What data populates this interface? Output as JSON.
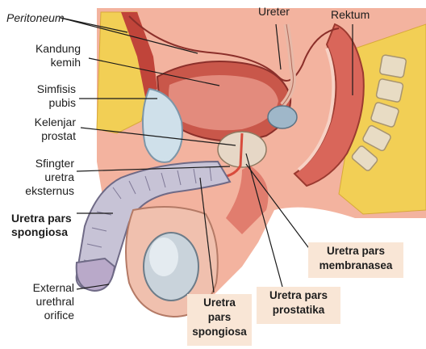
{
  "labels": {
    "peritoneum": "Peritoneum",
    "kandung_kemih": "Kandung\nkemih",
    "simfisis_pubis": "Simfisis\npubis",
    "kelenjar_prostat": "Kelenjar\nprostat",
    "sfingter": "Sfingter\nuretra\neksternus",
    "uretra_pars_spongiosa_left": "Uretra pars\nspongiosa",
    "external_orifice": "External\nurethral\norifice",
    "ureter": "Ureter",
    "rektum": "Rektum"
  },
  "boxes": {
    "membranasea": "Uretra pars\nmembranasea",
    "prostatika": "Uretra pars\nprostatika",
    "spongiosa": "Uretra\npars\nspongiosa"
  },
  "colors": {
    "box_fill": "#f9e6d6",
    "leader_line": "#1a1a1a",
    "bladder": "#c9574a",
    "fat": "#f2cf55",
    "muscle": "#c0443a",
    "spongy_tissue": "#c7c3d6",
    "bone": "#e8dcc4"
  }
}
